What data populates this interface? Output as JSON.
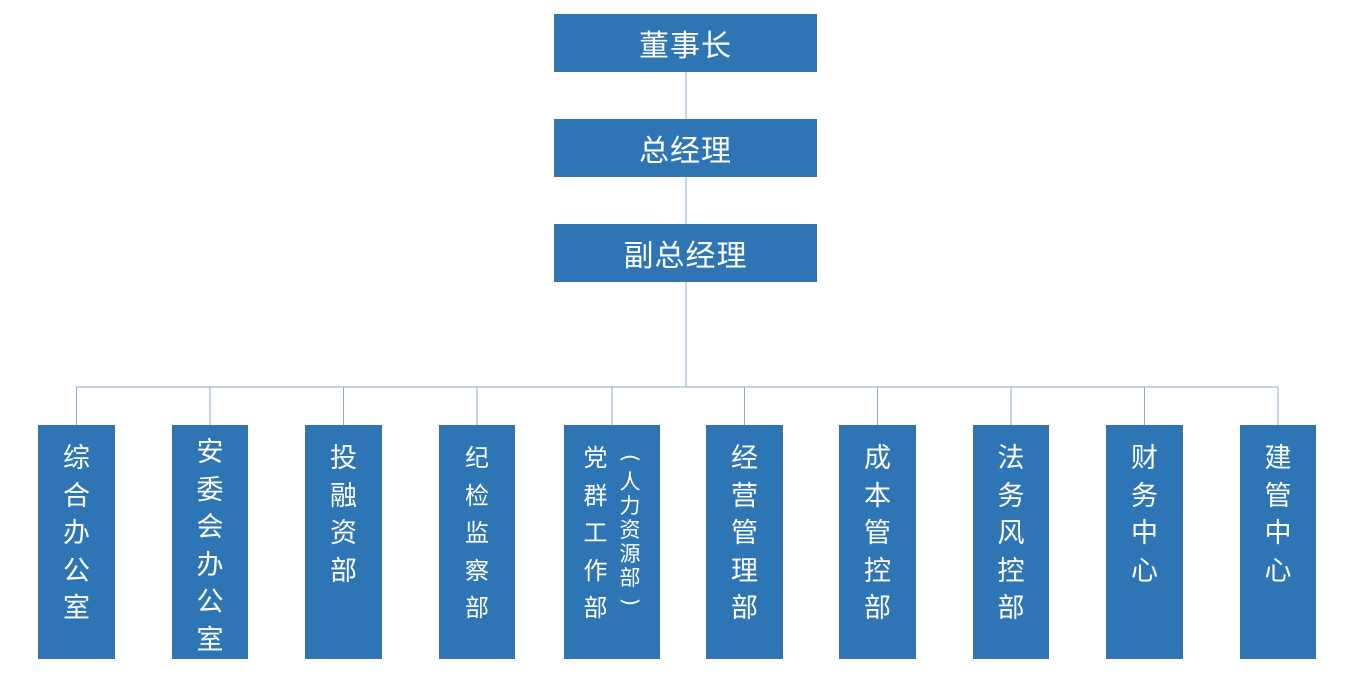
{
  "org_chart": {
    "chairman": "董事长",
    "general_manager": "总经理",
    "deputy_general_manager": "副总经理",
    "departments": [
      {
        "id": "dept-1",
        "label": "综合办公室"
      },
      {
        "id": "dept-2",
        "label": "安委会办公室"
      },
      {
        "id": "dept-3",
        "label": "投融资部"
      },
      {
        "id": "dept-4",
        "label": "纪检监察部"
      },
      {
        "id": "dept-5",
        "label": "党群工作部",
        "sub": "人力资源部"
      },
      {
        "id": "dept-6",
        "label": "经营管理部"
      },
      {
        "id": "dept-7",
        "label": "成本管控部"
      },
      {
        "id": "dept-8",
        "label": "法务风控部"
      },
      {
        "id": "dept-9",
        "label": "财务中心"
      },
      {
        "id": "dept-10",
        "label": "建管中心"
      }
    ]
  },
  "colors": {
    "box_fill": "#2E75B6",
    "box_border": "#3D6FA3",
    "connector": "#8EA9C8",
    "text": "#FFFFFF"
  }
}
